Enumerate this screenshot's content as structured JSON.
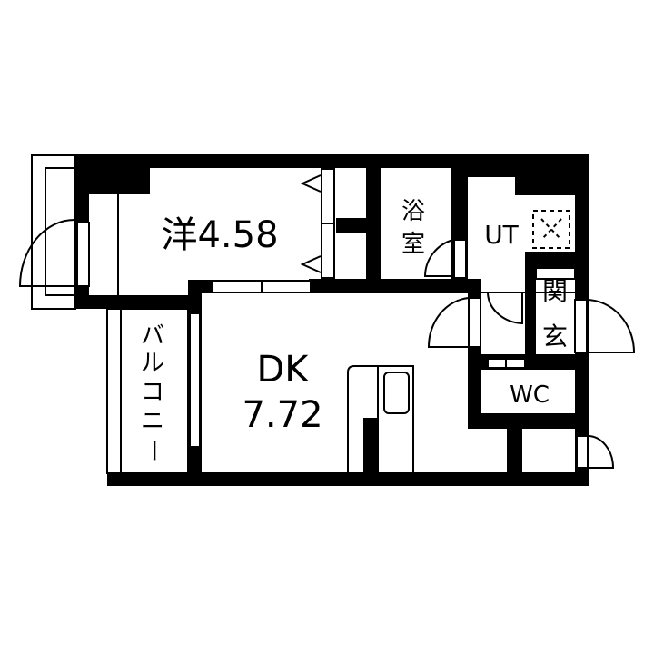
{
  "rooms": {
    "western_room": "洋4.58",
    "dk_name": "DK",
    "dk_size": "7.72",
    "balcony": [
      "バ",
      "ル",
      "コ",
      "ニ",
      "ー"
    ],
    "bath": [
      "浴",
      "室"
    ],
    "utility": "UT",
    "entrance": [
      "玄",
      "関"
    ],
    "toilet": "WC"
  },
  "colors": {
    "wall": "#000000",
    "floor": "#ffffff"
  }
}
